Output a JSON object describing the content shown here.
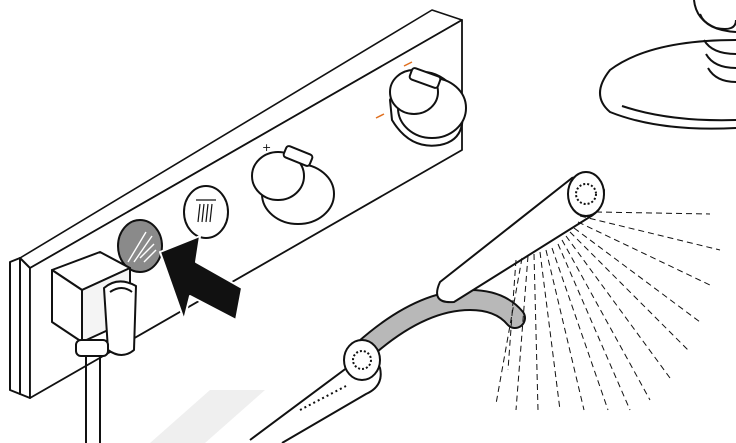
{
  "illustration": {
    "subject": "shower-valve-installation",
    "knob_mark": "+",
    "active_button": "handshower-outlet-button",
    "indicator": "arrow-pointing-to-active-button",
    "colors": {
      "line": "#111111",
      "pressed_button": "#8a8a8a",
      "hose": "#b8b8b8",
      "arrow": "#111111",
      "diagonal_accent": "#e9e9e9",
      "knob_accent": "#e07020"
    },
    "icons": [
      "handshower-icon",
      "overhead-shower-icon",
      "thermostat-knob",
      "volume-knob",
      "ceiling-shower-head",
      "hand-shower",
      "wall-holder"
    ]
  }
}
